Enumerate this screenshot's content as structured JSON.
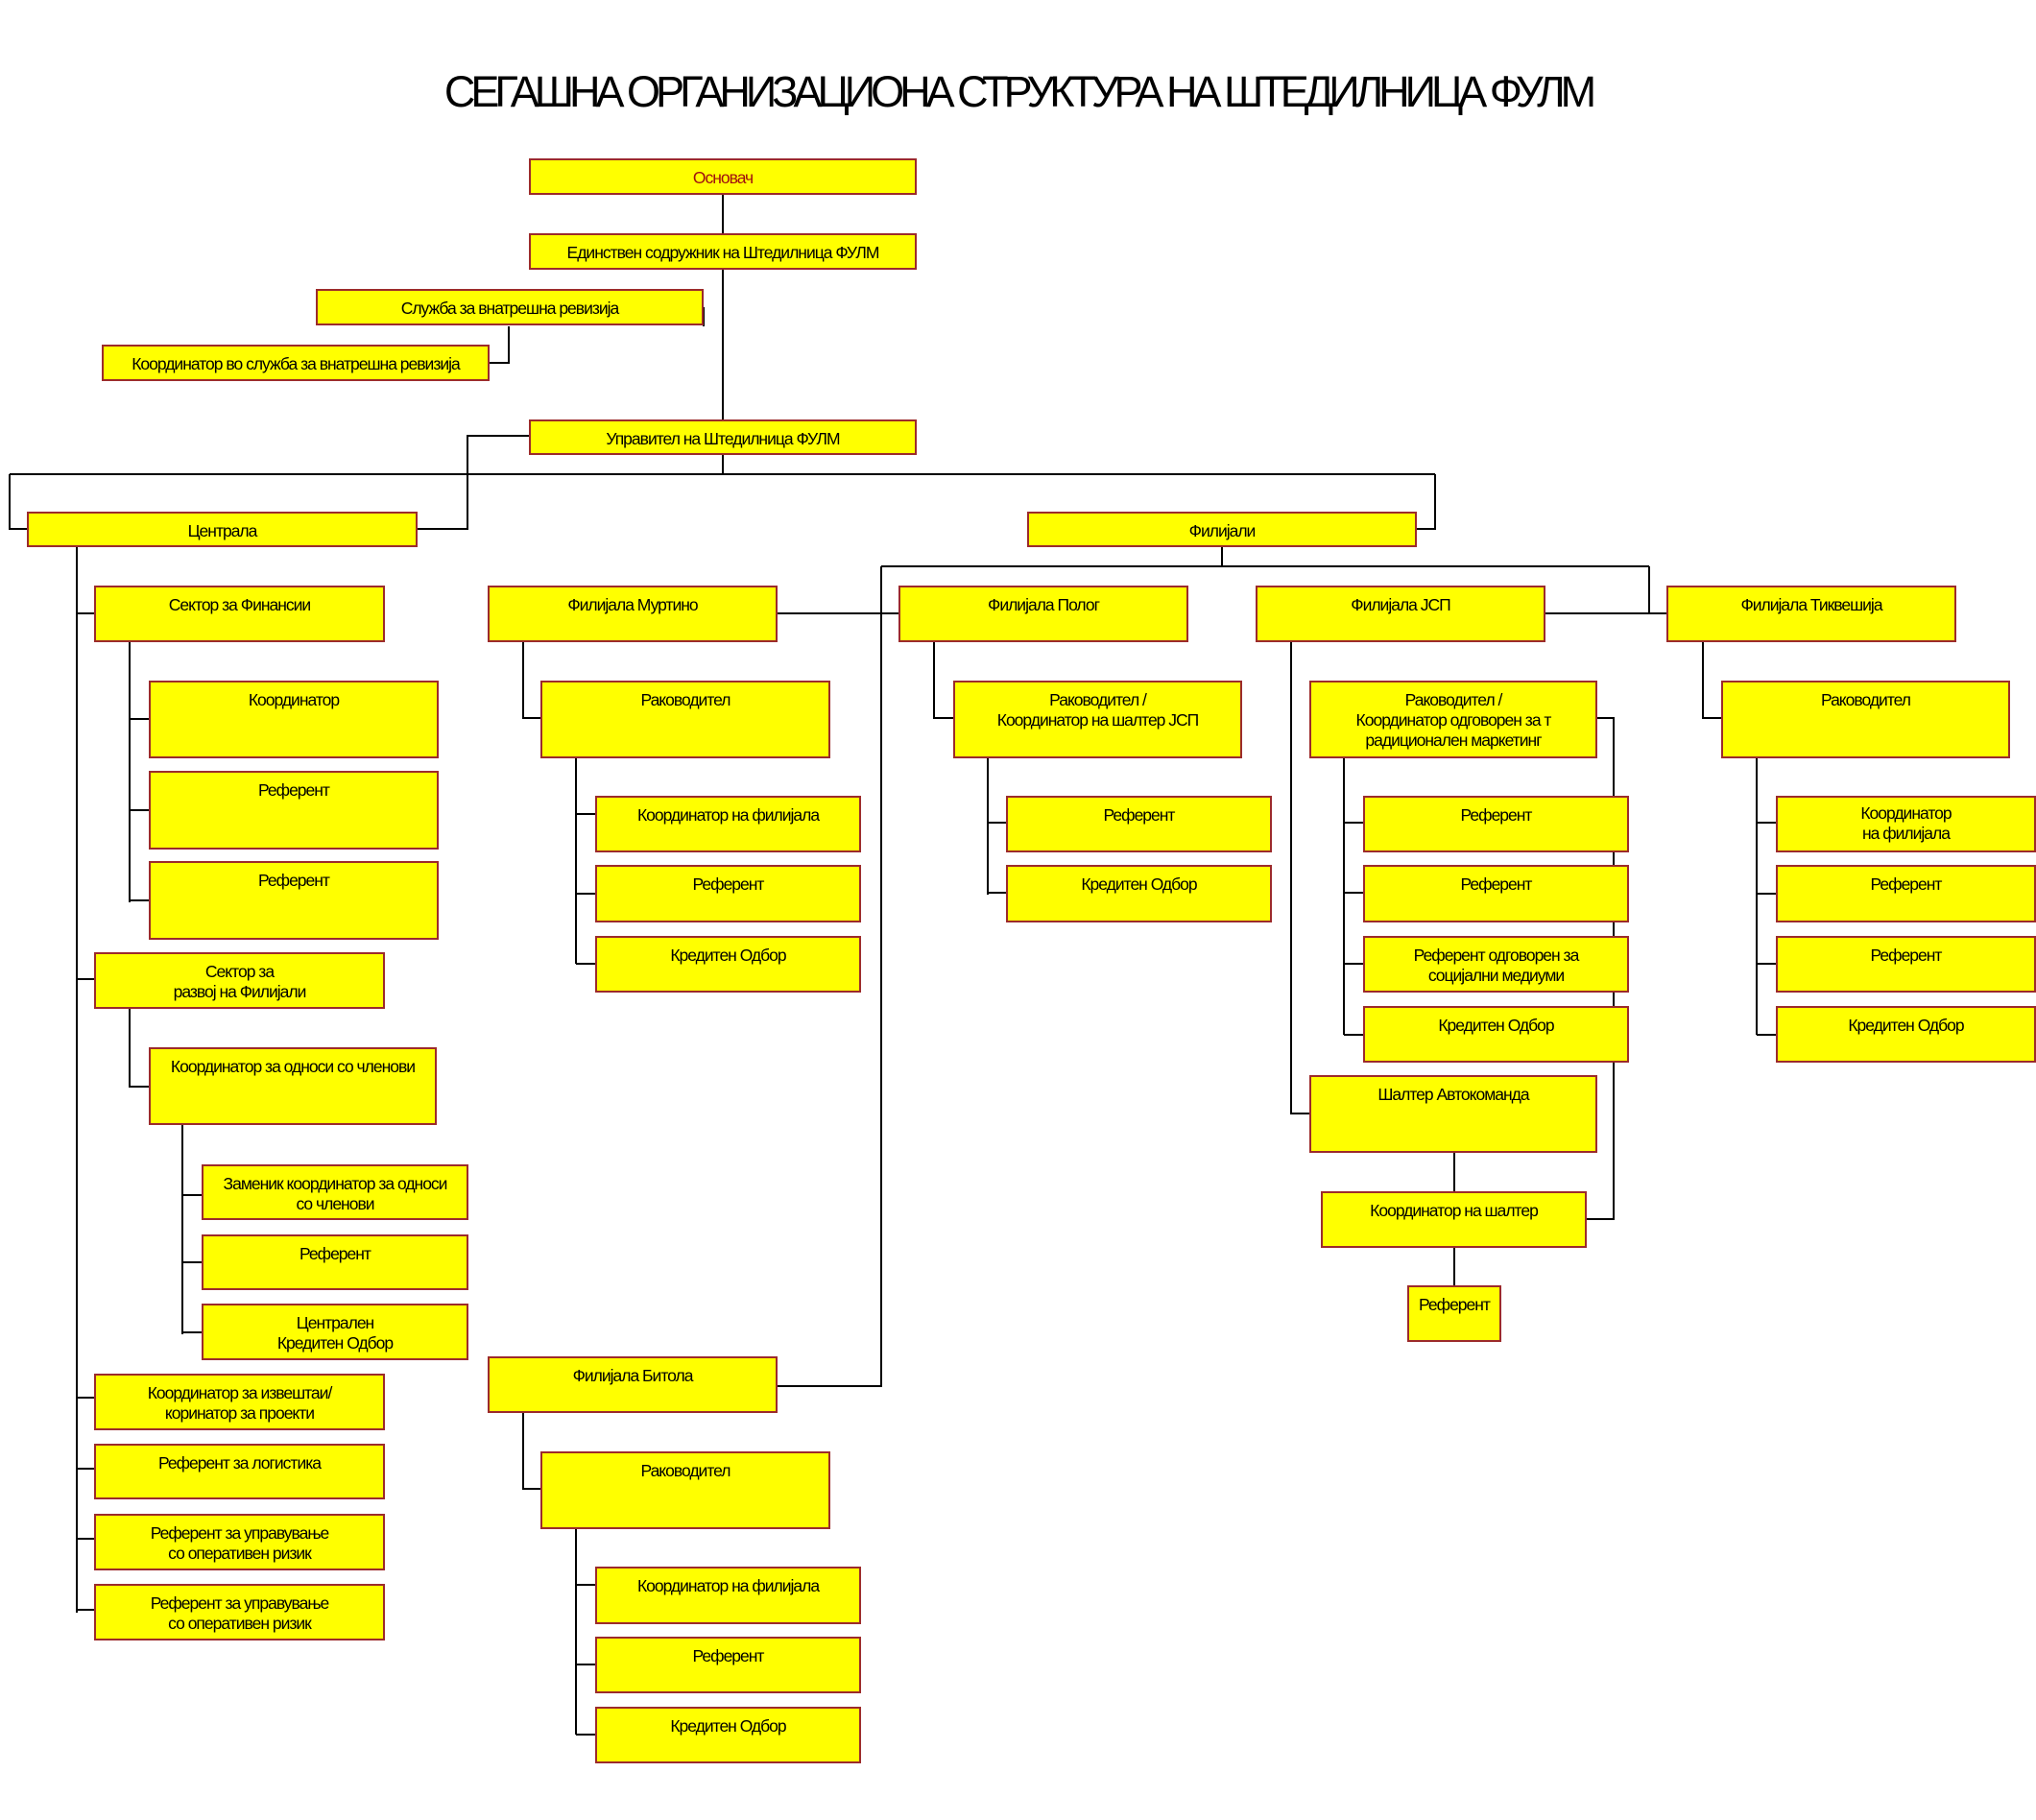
{
  "title": "СЕГАШНА ОРГАНИЗАЦИОНА СТРУКТУРА НА ШТЕДИЛНИЦА ФУЛМ",
  "colors": {
    "box_fill": "#ffff00",
    "box_border": "#9c2b2b",
    "line": "#000000"
  },
  "nodes": {
    "osnovach": "Основач",
    "sodruzhnik": "Единствен содружник на Штедилница ФУЛМ",
    "revizija": "Служба за внатрешна ревизија",
    "koord_revizija": "Координатор во служба за внатрешна ревизија",
    "upravitel": "Управител на Штедилница ФУЛМ",
    "centrala": "Централа",
    "filijali": "Филијали",
    "sektor_finansii": "Сектор за Финансии",
    "fin_koordinator": "Координатор",
    "fin_referent1": "Референт",
    "fin_referent2": "Референт",
    "sektor_razvoj": "Сектор за\nразвој на Филијали",
    "koord_odnosi": "Координатор за односи со членови",
    "zamenik": "Заменик координатор за односи\nсо членови",
    "razvoj_referent": "Референт",
    "centralen_odbor": "Централен\nКредитен Одбор",
    "koord_izveshtai": "Координатор за извештаи/\nкоринатор за проекти",
    "ref_logistika": "Референт за логистика",
    "ref_rizik1": "Референт за управување\nсо оперативен ризик",
    "ref_rizik2": "Референт за управување\nсо оперативен ризик",
    "murtino": "Филијала Муртино",
    "mur_rakovoditel": "Раководител",
    "mur_koord": "Координатор на филијала",
    "mur_referent": "Референт",
    "mur_odbor": "Кредитен Одбор",
    "bitola": "Филијала Битола",
    "bit_rakovoditel": "Раководител",
    "bit_koord": "Координатор на филијала",
    "bit_referent": "Референт",
    "bit_odbor": "Кредитен Одбор",
    "polog": "Филијала Полог",
    "pol_rakovoditel": "Раководител /\nКоординатор на шалтер ЈСП",
    "pol_referent": "Референт",
    "pol_odbor": "Кредитен Одбор",
    "jsp": "Филијала ЈСП",
    "jsp_rakovoditel": "Раководител /\nКоординатор одговорен за т\nрадиционален маркетинг",
    "jsp_referent1": "Референт",
    "jsp_referent2": "Референт",
    "jsp_ref_social": "Референт одговорен за\nсоцијални медиуми",
    "jsp_odbor": "Кредитен Одбор",
    "shalter_avto": "Шалтер Автокоманда",
    "koord_shalter": "Координатор на шалтер",
    "shalter_referent": "Референт",
    "tikveshija": "Филијала Тиквешија",
    "tik_rakovoditel": "Раководител",
    "tik_koord": "Координатор\nна филијала",
    "tik_referent1": "Референт",
    "tik_referent2": "Референт",
    "tik_odbor": "Кредитен Одбор"
  }
}
